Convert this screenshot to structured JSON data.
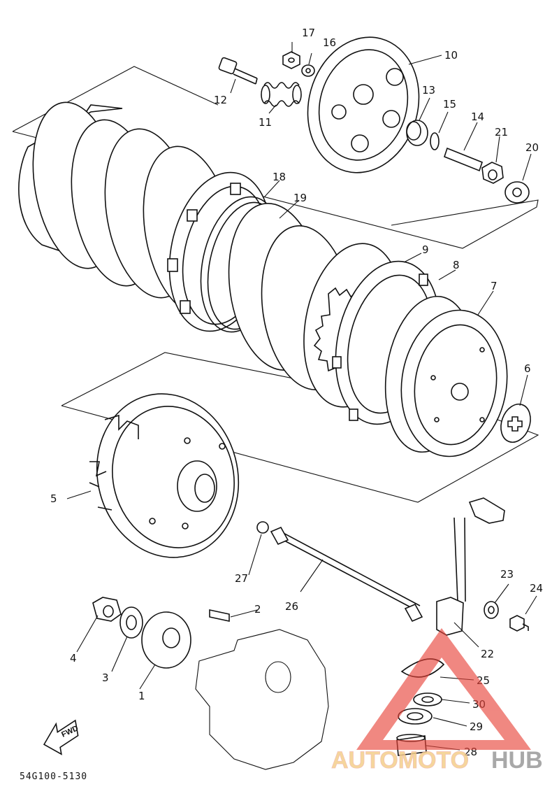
{
  "diagram": {
    "document_code": "54G100-5130",
    "forward_arrow_label": "FWD",
    "part_labels": {
      "p1": "1",
      "p2": "2",
      "p3": "3",
      "p4": "4",
      "p5": "5",
      "p6": "6",
      "p7": "7",
      "p8": "8",
      "p9": "9",
      "p10": "10",
      "p11": "11",
      "p12": "12",
      "p13": "13",
      "p14": "14",
      "p15": "15",
      "p16": "16",
      "p17": "17",
      "p18": "18",
      "p19": "19",
      "p20": "20",
      "p21": "21",
      "p22": "22",
      "p23": "23",
      "p24": "24",
      "p25": "25",
      "p26": "26",
      "p27": "27",
      "p28": "28",
      "p29": "29",
      "p30": "30"
    }
  },
  "watermark": {
    "brand_part1": "AUTOMOTO",
    "brand_part2": "HUB",
    "color_primary": "#f2b8a8",
    "color_secondary": "#f4cf8a",
    "color_triangle": "#e8443a",
    "color_hub": "#9a9a9a"
  }
}
